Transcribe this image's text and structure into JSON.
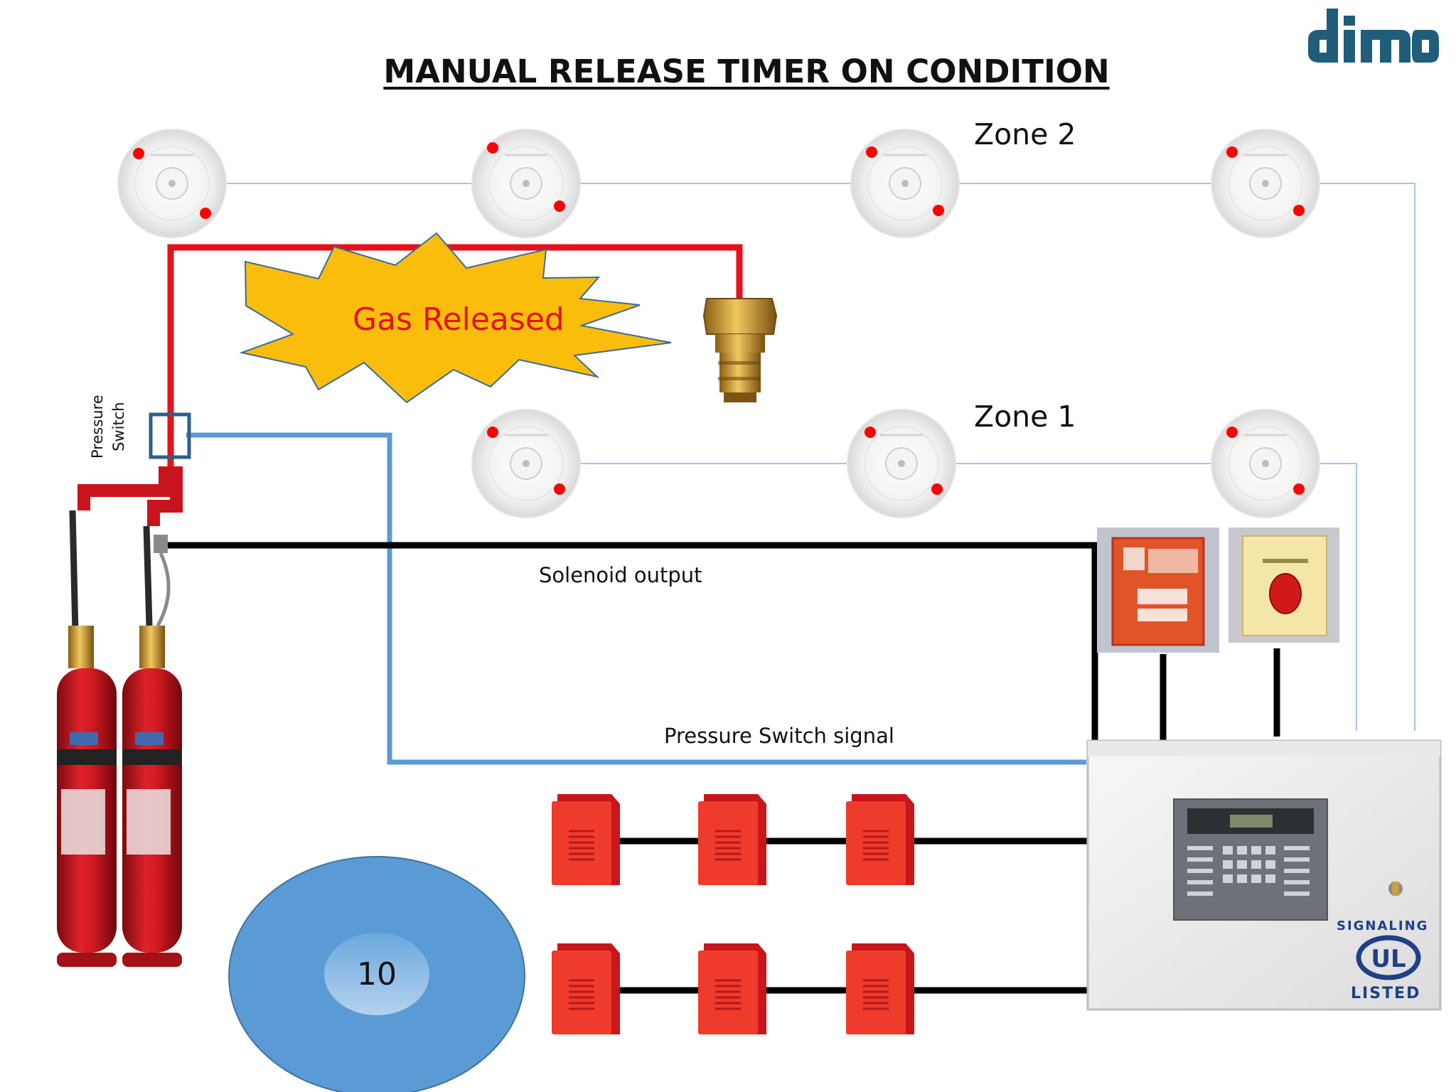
{
  "title": "MANUAL RELEASE TIMER ON CONDITION",
  "zones": {
    "zone2": "Zone 2",
    "zone1": "Zone 1"
  },
  "pressure_switch_label": [
    "Pressure",
    "Switch"
  ],
  "gas_status": "Gas Released",
  "solenoid_label": "Solenoid output",
  "pressure_signal_label": "Pressure Switch signal",
  "timer_value": "10",
  "ul_badge": {
    "top": "SIGNALING",
    "mark": "UL",
    "bottom": "LISTED"
  },
  "colors": {
    "agent_pipe": "#e3121b",
    "signal_wire": "#5b9bd5",
    "detector_wire": "#a9c4e0",
    "solenoid_wire": "#000000",
    "burst_fill": "#fbbd0c",
    "timer_disc": "#5b9bd5",
    "cylinder": "#c8141c",
    "logo": "#1f5d7a"
  },
  "icons": [
    "smoke-detector-icon",
    "valve-actuator-icon",
    "gas-cylinder-icon",
    "manual-release-station-icon",
    "abort-station-icon",
    "sounder-strobe-icon",
    "control-panel-icon"
  ]
}
